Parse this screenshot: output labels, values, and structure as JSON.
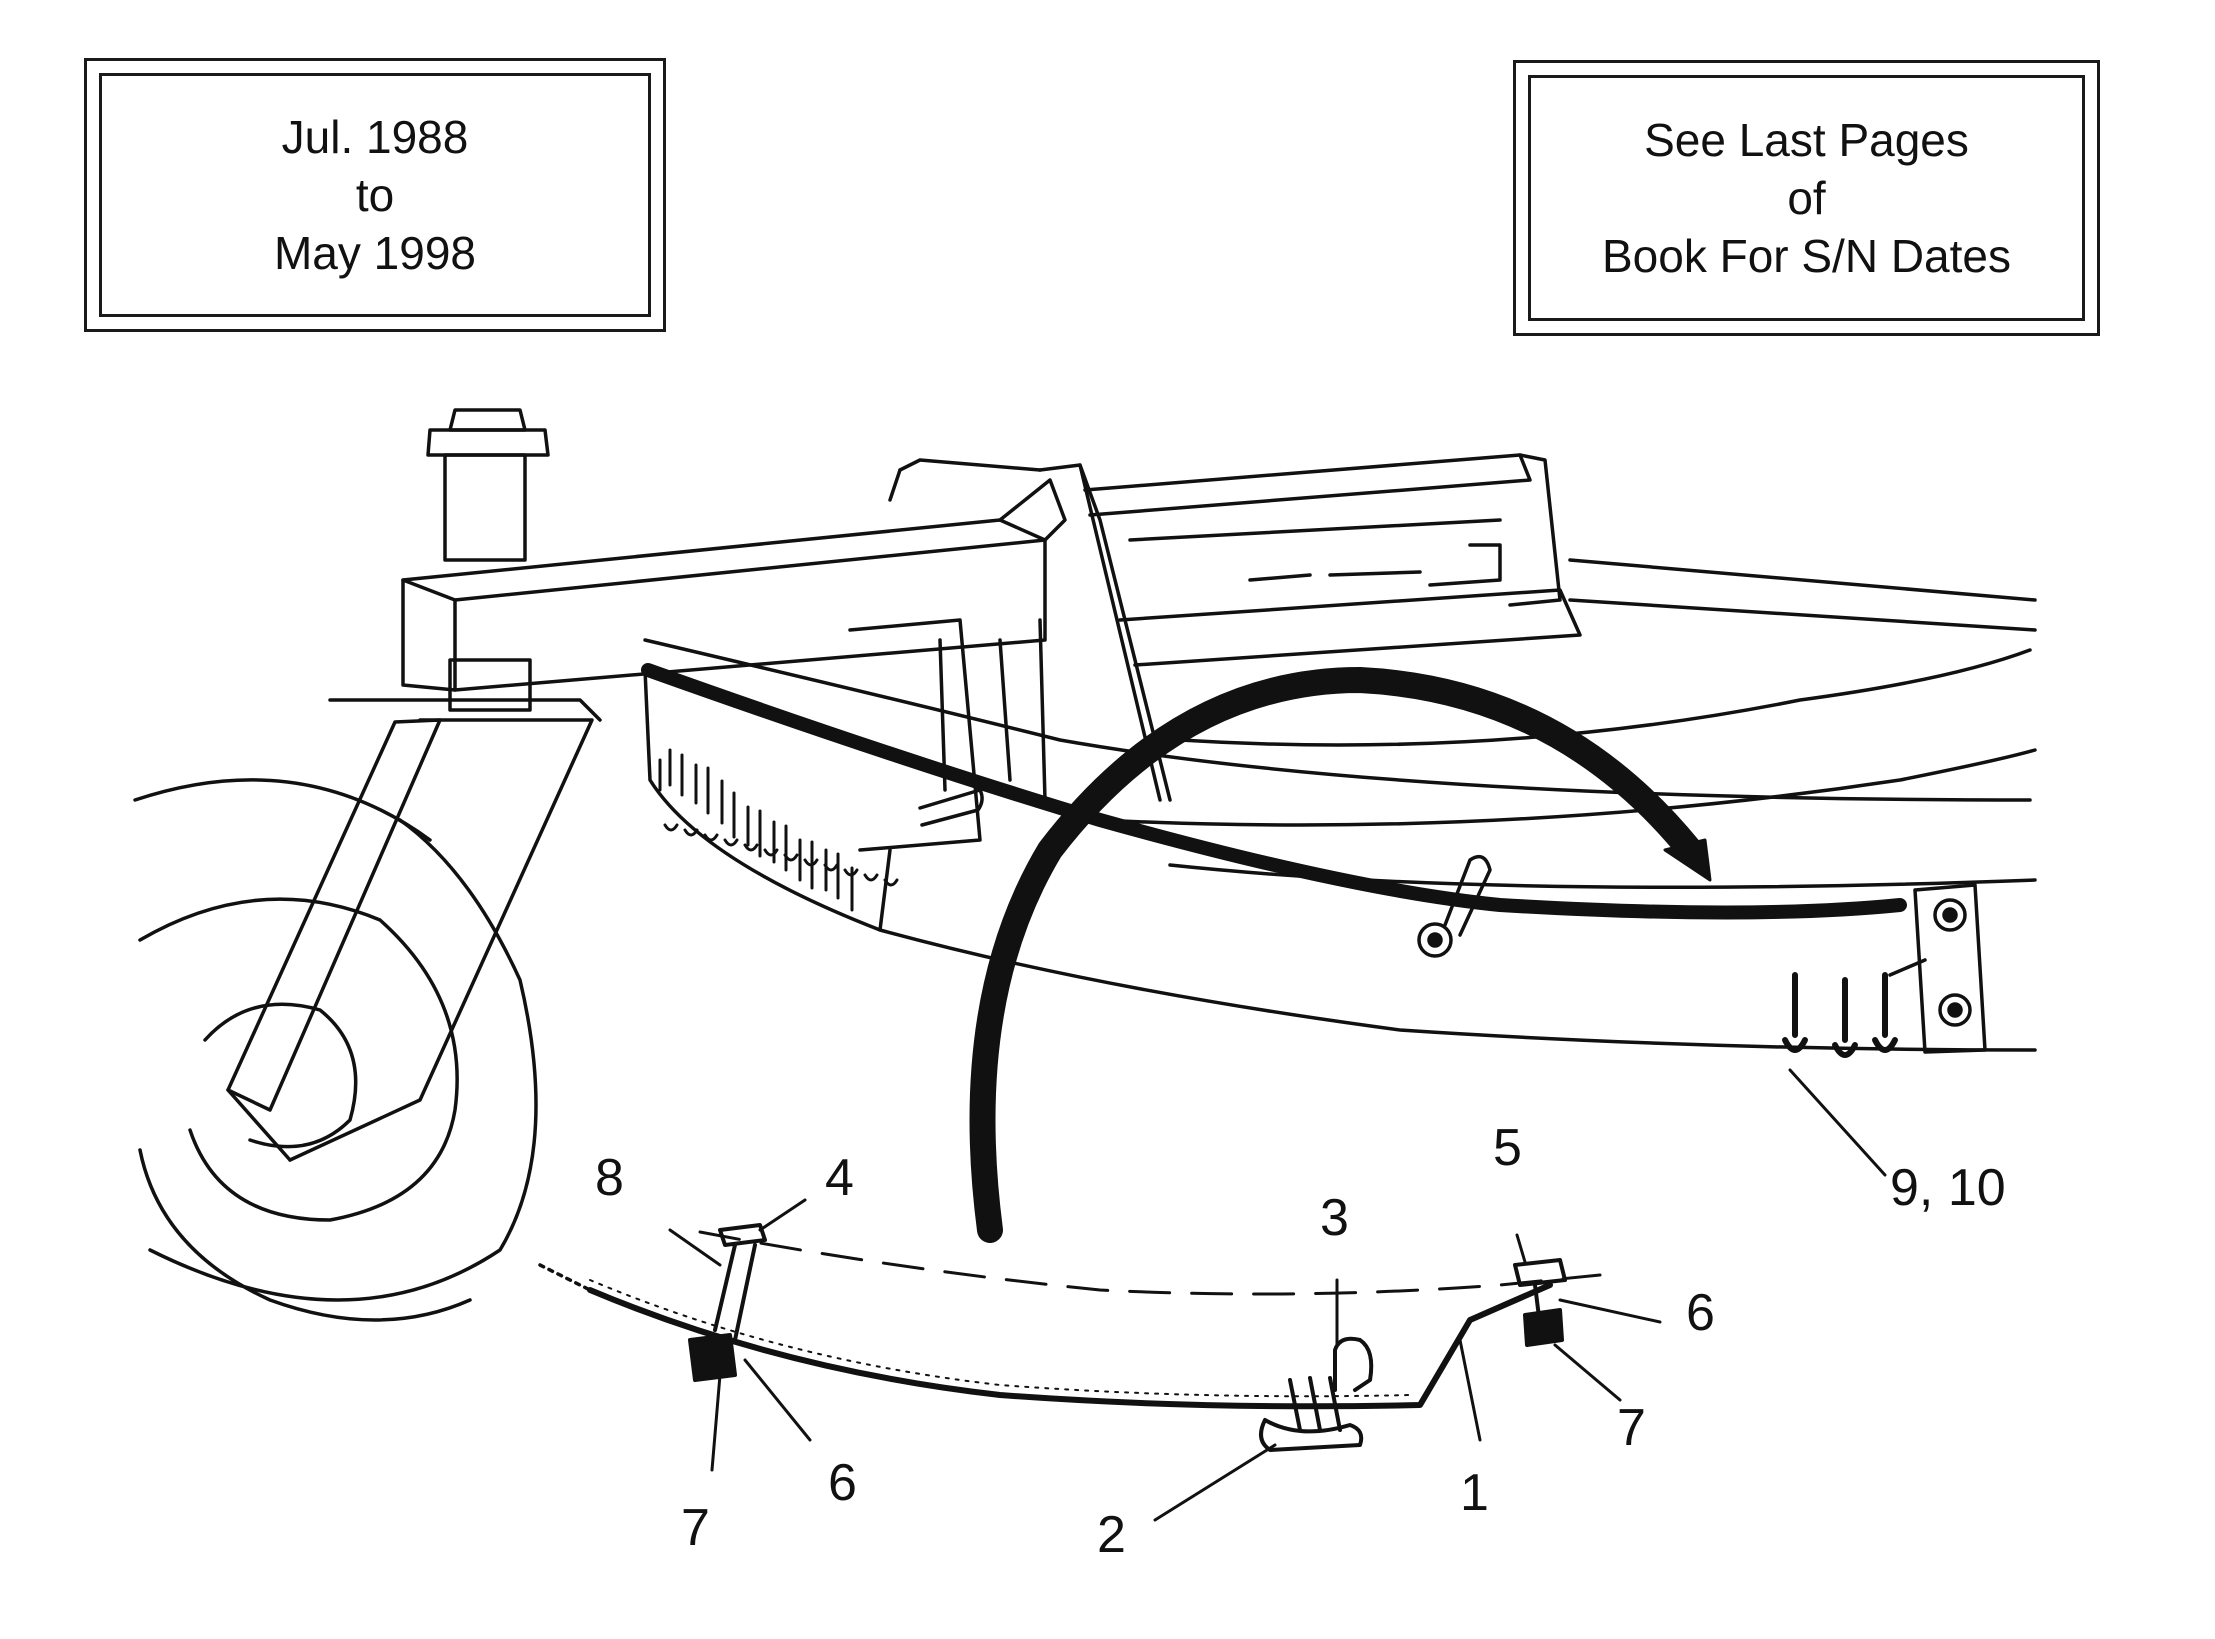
{
  "date_box": {
    "lines": [
      "Jul. 1988",
      "to",
      "May 1998"
    ]
  },
  "note_box": {
    "lines": [
      "See Last Pages",
      "of",
      "Book For S/N Dates"
    ]
  },
  "callouts": {
    "c1": "1",
    "c2": "2",
    "c3": "3",
    "c4": "4",
    "c5": "5",
    "c6a": "6",
    "c6b": "6",
    "c7a": "7",
    "c7b": "7",
    "c8": "8",
    "c9_10": "9,  10"
  },
  "colors": {
    "ink": "#111111",
    "paper": "#ffffff"
  }
}
